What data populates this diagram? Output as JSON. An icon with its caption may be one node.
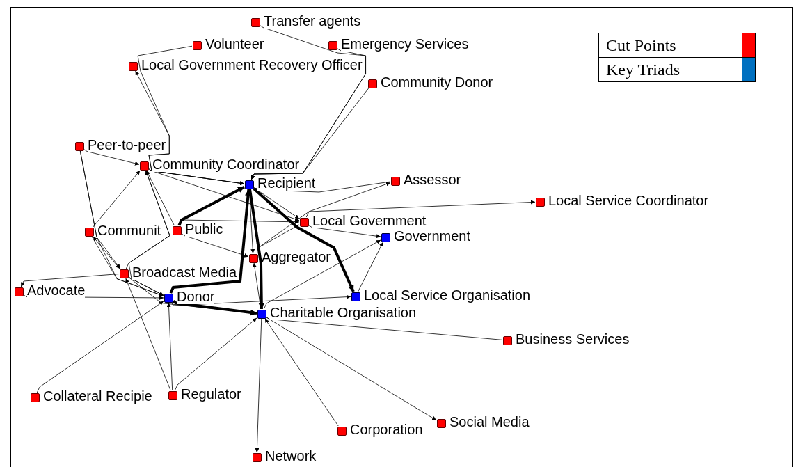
{
  "diagram": {
    "nodes": [
      {
        "text": [
          "Transfer agents"
        ]
      },
      {
        "text": [
          "Volunteer"
        ]
      },
      {
        "text": [
          "Emergency Services"
        ]
      },
      {
        "text": [
          "Local Government Recovery Officer"
        ]
      },
      {
        "text": [
          "Community Donor"
        ]
      },
      {
        "text": [
          "Peer-to-peer"
        ]
      },
      {
        "text": [
          "Community Coordinator"
        ]
      },
      {
        "text": [
          "Recipient"
        ]
      },
      {
        "text": [
          "Assessor"
        ]
      },
      {
        "text": [
          "Local Service Coordinator"
        ]
      },
      {
        "text": [
          "Local Government"
        ]
      },
      {
        "text": [
          "Government"
        ]
      },
      {
        "text": [
          "Communit"
        ]
      },
      {
        "text": [
          "Public"
        ]
      },
      {
        "text": [
          "Aggregator"
        ]
      },
      {
        "text": [
          "Broadcast Media"
        ]
      },
      {
        "text": [
          "Advocate"
        ]
      },
      {
        "text": [
          "Donor"
        ]
      },
      {
        "text": [
          "Local Service Organisation"
        ]
      },
      {
        "text": [
          "Charitable Organisation"
        ]
      },
      {
        "text": [
          "Business Services"
        ]
      },
      {
        "text": [
          "Collateral Recipie"
        ]
      },
      {
        "text": [
          "Regulator"
        ]
      },
      {
        "text": [
          "Social Media"
        ]
      },
      {
        "text": [
          "Corporation"
        ]
      },
      {
        "text": [
          "Network"
        ]
      }
    ],
    "edges": [
      {
        "from": 7,
        "to": 3,
        "arrow": "to"
      },
      {
        "from": 1,
        "to": 7,
        "arrow": "to"
      },
      {
        "from": 0,
        "to": 7,
        "arrow": "to"
      },
      {
        "from": 2,
        "to": 7,
        "arrow": "to"
      },
      {
        "from": 4,
        "to": 7,
        "arrow": "to"
      },
      {
        "from": 8,
        "to": 7,
        "arrow": "to"
      },
      {
        "from": 6,
        "to": 7,
        "arrow": "to"
      },
      {
        "from": 5,
        "to": 6,
        "arrow": "to"
      },
      {
        "from": 5,
        "to": 15,
        "arrow": "to"
      },
      {
        "from": 5,
        "to": 17,
        "arrow": "to"
      },
      {
        "from": 12,
        "to": 6,
        "arrow": "to"
      },
      {
        "from": 13,
        "to": 6,
        "arrow": "to"
      },
      {
        "from": 15,
        "to": 6,
        "arrow": "to"
      },
      {
        "from": 17,
        "to": 6,
        "arrow": "to"
      },
      {
        "from": 13,
        "to": 7,
        "arrow": "to",
        "style": "thick"
      },
      {
        "from": 17,
        "to": 7,
        "arrow": "to",
        "style": "thick"
      },
      {
        "from": 7,
        "to": 19,
        "arrow": "to",
        "style": "thick"
      },
      {
        "from": 19,
        "to": 14,
        "arrow": "to"
      },
      {
        "from": 7,
        "to": 14,
        "arrow": "to"
      },
      {
        "from": 7,
        "to": 10,
        "arrow": "to"
      },
      {
        "from": 6,
        "to": 10,
        "arrow": "to"
      },
      {
        "from": 13,
        "to": 14,
        "arrow": "to"
      },
      {
        "from": 13,
        "to": 10,
        "arrow": "to"
      },
      {
        "from": 10,
        "to": 11,
        "arrow": "to"
      },
      {
        "from": 7,
        "to": 18,
        "arrow": "to",
        "style": "thick"
      },
      {
        "from": 18,
        "to": 11,
        "arrow": "to"
      },
      {
        "from": 19,
        "to": 11,
        "arrow": "to"
      },
      {
        "from": 19,
        "to": 10,
        "arrow": "to"
      },
      {
        "from": 19,
        "to": 8,
        "arrow": "to"
      },
      {
        "from": 10,
        "to": 9,
        "arrow": "to"
      },
      {
        "from": 17,
        "to": 18,
        "arrow": "to"
      },
      {
        "from": 17,
        "to": 19,
        "arrow": "to",
        "style": "thick"
      },
      {
        "from": 15,
        "to": 19,
        "arrow": "to"
      },
      {
        "from": 15,
        "to": 17,
        "arrow": "to"
      },
      {
        "from": 12,
        "to": 15,
        "arrow": "both"
      },
      {
        "from": 12,
        "to": 17,
        "arrow": "to"
      },
      {
        "from": 15,
        "to": 16,
        "arrow": "to"
      },
      {
        "from": 16,
        "to": 17,
        "arrow": "to"
      },
      {
        "from": 21,
        "to": 17,
        "arrow": "to"
      },
      {
        "from": 22,
        "to": 17,
        "arrow": "to"
      },
      {
        "from": 22,
        "to": 15,
        "arrow": "to"
      },
      {
        "from": 22,
        "to": 19,
        "arrow": "to"
      },
      {
        "from": 24,
        "to": 19,
        "arrow": "to"
      },
      {
        "from": 19,
        "to": 25,
        "arrow": "to"
      },
      {
        "from": 19,
        "to": 23,
        "arrow": "to"
      },
      {
        "from": 19,
        "to": 20,
        "arrow": "none"
      }
    ],
    "legend": [
      {
        "text": "Cut Points",
        "color": "#ff0000"
      },
      {
        "text": "Key Triads",
        "color": "#0070c0"
      }
    ]
  }
}
